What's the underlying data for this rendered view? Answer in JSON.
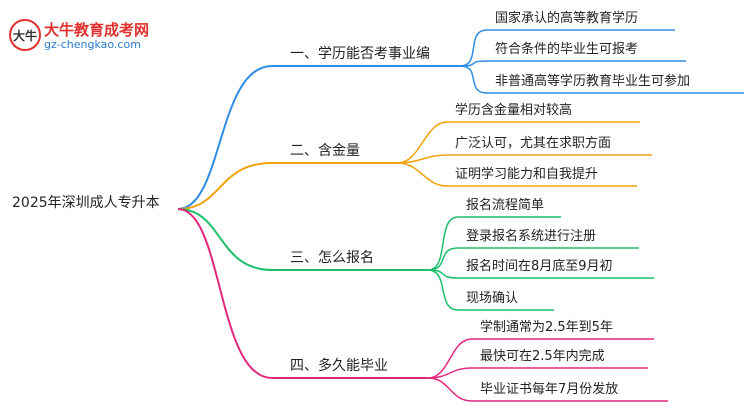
{
  "logo": {
    "title": "大牛教育成考网",
    "url": "gz-chengkao.com",
    "mark": "大牛"
  },
  "root": {
    "label": "2025年深圳成人专升本"
  },
  "colors": {
    "root_line": "#333333",
    "branch1": "#2f8de4",
    "branch2": "#f2a20c",
    "branch3": "#1cbf6a",
    "branch4": "#e4277e"
  },
  "branches": [
    {
      "label": "一、学历能否考事业编",
      "color": "#2f8de4",
      "children": [
        "国家承认的高等教育学历",
        "符合条件的毕业生可报考",
        "非普通高等学历教育毕业生可参加"
      ]
    },
    {
      "label": "二、含金量",
      "color": "#f2a20c",
      "children": [
        "学历含金量相对较高",
        "广泛认可，尤其在求职方面",
        "证明学习能力和自我提升"
      ]
    },
    {
      "label": "三、怎么报名",
      "color": "#1cbf6a",
      "children": [
        "报名流程简单",
        "登录报名系统进行注册",
        "报名时间在8月底至9月初",
        "现场确认"
      ]
    },
    {
      "label": "四、多久能毕业",
      "color": "#e4277e",
      "children": [
        "学制通常为2.5年到5年",
        "最快可在2.5年内完成",
        "毕业证书每年7月份发放"
      ]
    }
  ]
}
